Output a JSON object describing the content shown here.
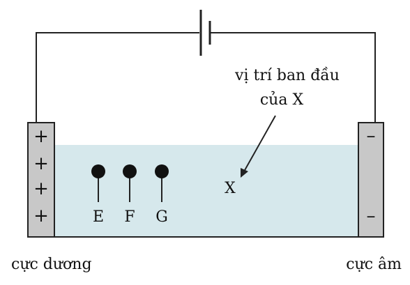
{
  "labels": {
    "annotation_line1": "vị trí ban đầu",
    "annotation_line2": "của X",
    "x_label": "X",
    "particle_e": "E",
    "particle_f": "F",
    "particle_g": "G",
    "positive_electrode": "cực dương",
    "negative_electrode": "cực âm"
  },
  "electrode_signs": {
    "positive": [
      "+",
      "+",
      "+",
      "+"
    ],
    "negative": [
      "–",
      "–"
    ]
  },
  "colors": {
    "solution": "#d6e8ec",
    "electrode": "#c8c8c8",
    "wire": "#222222",
    "text": "#111111"
  }
}
